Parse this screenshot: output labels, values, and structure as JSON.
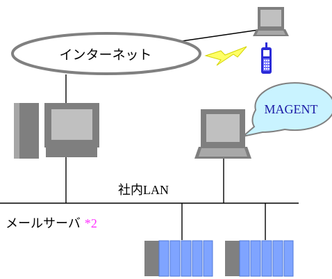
{
  "diagram": {
    "internet_label": "インターネット",
    "lan_label_prefix": "社内",
    "lan_label_suffix": "LAN",
    "mail_server_label": "メールサーバ",
    "footnote_marker": "*2",
    "bubble_label": "MAGENT"
  },
  "colors": {
    "line": "#000000",
    "cloud_stroke": "#808080",
    "device_gray": "#7f7f7f",
    "screen_light": "#c0c0c0",
    "plc_blue": "#7fa4ff",
    "plc_gray": "#808080",
    "bubble_fill": "#c9f3ff",
    "bubble_text": "#1a1aa6",
    "lightning": "#ffff66",
    "phone": "#2b2bd8",
    "footnote": "#ff33ff"
  }
}
